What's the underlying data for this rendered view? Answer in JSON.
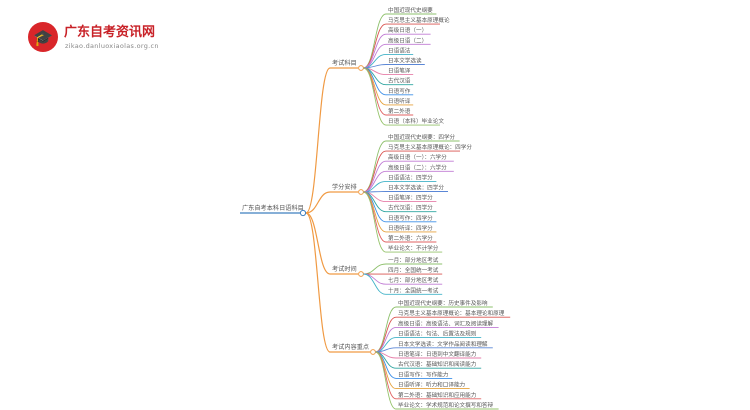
{
  "logo": {
    "title": "广东自考资讯网",
    "subtitle": "zikao.danluoxiaolas.org.cn",
    "icon": "graduation-cap-icon"
  },
  "colors": {
    "root_line": "#3d7fbf",
    "branch": "#f09a43"
  },
  "root": "广东自考本科日语科目",
  "branches": [
    {
      "label": "考试科目",
      "items": [
        {
          "text": "中国近现代史纲要",
          "color": "#8ec06c"
        },
        {
          "text": "马克思主义基本原理概论",
          "color": "#d9534f"
        },
        {
          "text": "高级日语（一）",
          "color": "#c07bd4"
        },
        {
          "text": "高级日语（二）",
          "color": "#c07bd4"
        },
        {
          "text": "日语语法",
          "color": "#42b3c8"
        },
        {
          "text": "日本文学选读",
          "color": "#5b87d6"
        },
        {
          "text": "日语笔译",
          "color": "#e67ea8"
        },
        {
          "text": "古代汉语",
          "color": "#2fa5a0"
        },
        {
          "text": "日语写作",
          "color": "#3c8fe8"
        },
        {
          "text": "日语听译",
          "color": "#e6a23c"
        },
        {
          "text": "第二外语",
          "color": "#e06262"
        },
        {
          "text": "日语（本科）毕业论文",
          "color": "#95c36b"
        }
      ]
    },
    {
      "label": "学分安排",
      "items": [
        {
          "text": "中国近现代史纲要：四学分",
          "color": "#8ec06c"
        },
        {
          "text": "马克思主义基本原理概论：四学分",
          "color": "#d9534f"
        },
        {
          "text": "高级日语（一）：六学分",
          "color": "#c07bd4"
        },
        {
          "text": "高级日语（二）：六学分",
          "color": "#c07bd4"
        },
        {
          "text": "日语语法：四学分",
          "color": "#42b3c8"
        },
        {
          "text": "日本文学选读：四学分",
          "color": "#5b87d6"
        },
        {
          "text": "日语笔译：四学分",
          "color": "#e67ea8"
        },
        {
          "text": "古代汉语：四学分",
          "color": "#2fa5a0"
        },
        {
          "text": "日语写作：四学分",
          "color": "#3c8fe8"
        },
        {
          "text": "日语听译：四学分",
          "color": "#e6a23c"
        },
        {
          "text": "第二外语：六学分",
          "color": "#e06262"
        },
        {
          "text": "毕业论文：不计学分",
          "color": "#95c36b"
        }
      ]
    },
    {
      "label": "考试时间",
      "items": [
        {
          "text": "一月：部分地区考试",
          "color": "#8ec06c"
        },
        {
          "text": "四月：全国统一考试",
          "color": "#d9534f"
        },
        {
          "text": "七月：部分地区考试",
          "color": "#c07bd4"
        },
        {
          "text": "十月：全国统一考试",
          "color": "#42b3c8"
        }
      ]
    },
    {
      "label": "考试内容重点",
      "items": [
        {
          "text": "中国近现代史纲要：历史事件及影响",
          "color": "#8ec06c"
        },
        {
          "text": "马克思主义基本原理概论：基本理论和原理",
          "color": "#d9534f"
        },
        {
          "text": "高级日语：高级语法、词汇及阅读理解",
          "color": "#c07bd4"
        },
        {
          "text": "日语语法：句法、后置法及规则",
          "color": "#42b3c8"
        },
        {
          "text": "日本文学选读：文学作品阅读和理解",
          "color": "#5b87d6"
        },
        {
          "text": "日语笔译：日语到中文翻译能力",
          "color": "#e67ea8"
        },
        {
          "text": "古代汉语：基础知识和阅读能力",
          "color": "#2fa5a0"
        },
        {
          "text": "日语写作：写作能力",
          "color": "#3c8fe8"
        },
        {
          "text": "日语听译：听力和口译能力",
          "color": "#e6a23c"
        },
        {
          "text": "第二外语：基础知识和应用能力",
          "color": "#e06262"
        },
        {
          "text": "毕业论文：学术规范和论文撰写和答辩",
          "color": "#95c36b"
        }
      ]
    }
  ]
}
